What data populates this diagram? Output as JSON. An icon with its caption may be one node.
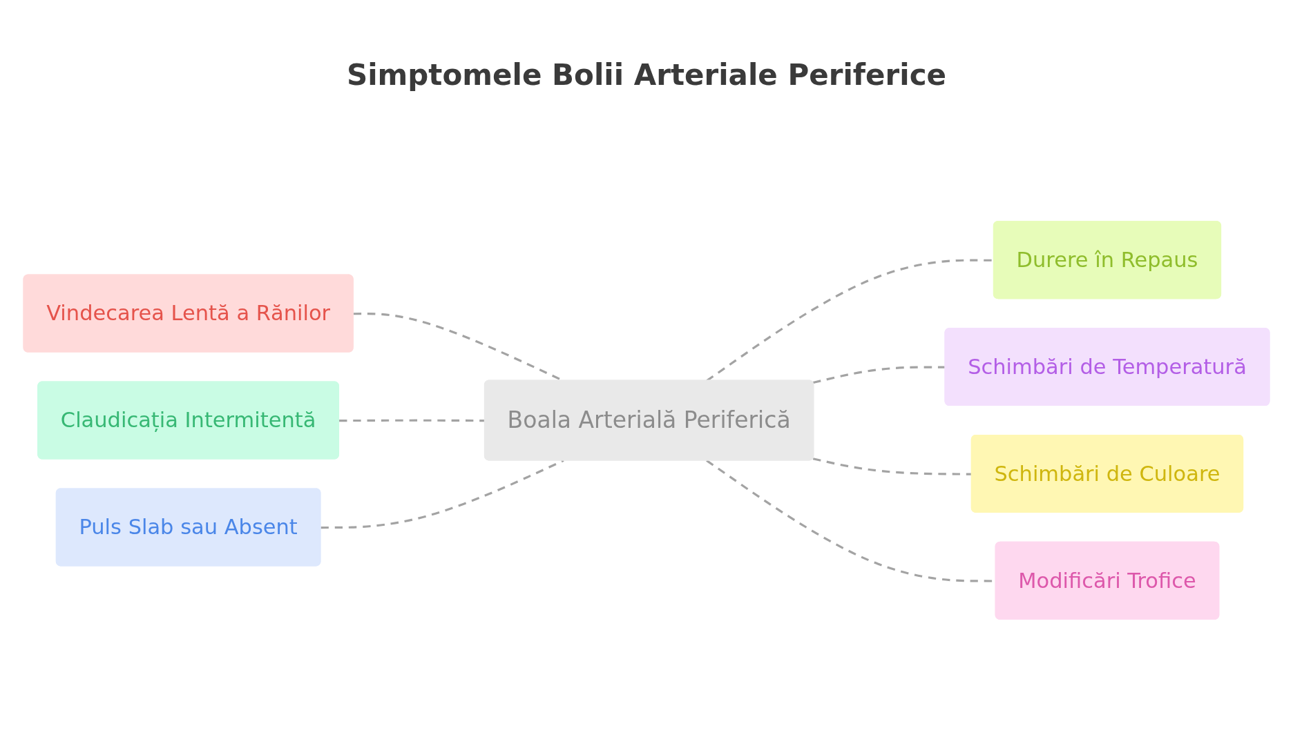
{
  "diagram": {
    "title": "Simptomele Bolii Arteriale Periferice",
    "nodes": [
      {
        "text": [
          "Vindecarea Lentă a Rănilor"
        ]
      },
      {
        "text": [
          "Durere în Repaus"
        ]
      },
      {
        "text": [
          "Claudicația Intermitentă"
        ]
      },
      {
        "text": [
          "Boala Arterială Periferică"
        ]
      },
      {
        "text": [
          "Schimbări de Temperatură"
        ]
      },
      {
        "text": [
          "Puls Slab sau Absent"
        ]
      },
      {
        "text": [
          "Schimbări de Culoare"
        ]
      },
      {
        "text": [
          "Modificări Trofice"
        ]
      }
    ],
    "edges": [
      {
        "from": 0,
        "to": 3,
        "arrow": "none",
        "style": "dashed"
      },
      {
        "from": 3,
        "to": 1,
        "arrow": "none",
        "style": "dashed"
      },
      {
        "from": 2,
        "to": 3,
        "arrow": "none",
        "style": "dashed"
      },
      {
        "from": 3,
        "to": 4,
        "arrow": "none",
        "style": "dashed"
      },
      {
        "from": 5,
        "to": 3,
        "arrow": "none",
        "style": "dashed"
      },
      {
        "from": 3,
        "to": 6,
        "arrow": "none",
        "style": "dashed"
      },
      {
        "from": 3,
        "to": 7,
        "arrow": "none",
        "style": "dashed"
      }
    ]
  }
}
